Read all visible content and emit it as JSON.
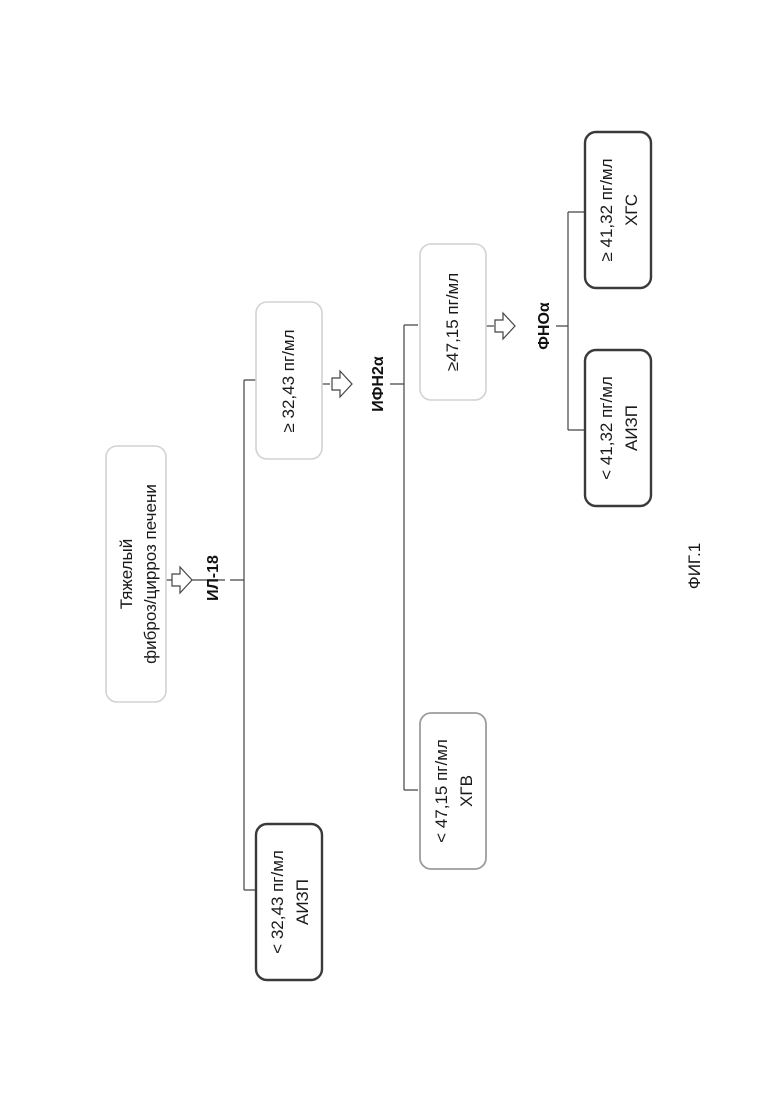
{
  "root": {
    "lines": [
      "Тяжелый",
      "фиброз/цирроз печени"
    ]
  },
  "markers": {
    "il18": "ИЛ-18",
    "ifn": "ИФН2α",
    "tnf": "ФНОα"
  },
  "nodes": {
    "il18_low": {
      "lines": [
        "< 32,43 пг/мл",
        "АИЗП"
      ]
    },
    "il18_high": {
      "lines": [
        "≥ 32,43 пг/мл"
      ]
    },
    "ifn_low": {
      "lines": [
        "< 47,15 пг/мл",
        "ХГВ"
      ]
    },
    "ifn_high": {
      "lines": [
        "≥47,15 пг/мл"
      ]
    },
    "tnf_low": {
      "lines": [
        "< 41,32 пг/мл",
        "АИЗП"
      ]
    },
    "tnf_high": {
      "lines": [
        "≥ 41,32 пг/мл",
        "ХГС"
      ]
    }
  },
  "caption": "ФИГ.1"
}
